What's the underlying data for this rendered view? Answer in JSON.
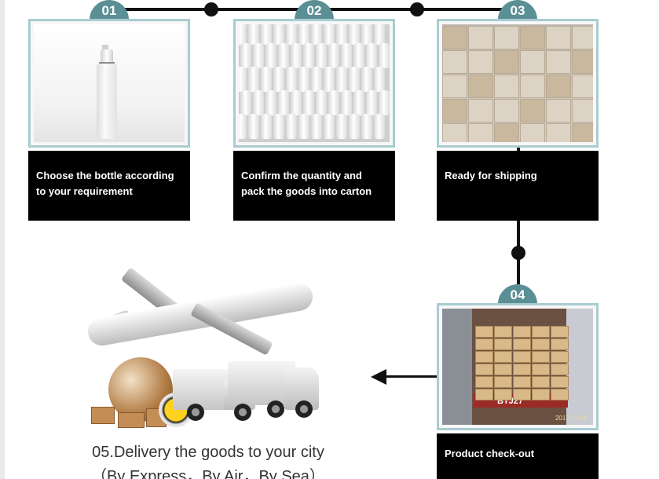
{
  "steps": [
    {
      "number": "01",
      "caption": "Choose the bottle according to your requirement"
    },
    {
      "number": "02",
      "caption": "Confirm the quantity and pack the goods into carton"
    },
    {
      "number": "03",
      "caption": "Ready for shipping"
    },
    {
      "number": "04",
      "caption": "Product check-out"
    }
  ],
  "delivery": {
    "title": "05.Delivery the goods to your city",
    "subtitle": "（By Express，By Air，By Sea）"
  },
  "photo_text": {
    "container_plate": "BTJ27",
    "container_date": "2017.01.05"
  },
  "colors": {
    "badge": "#5b8f96",
    "frame": "#a9ccd1",
    "caption_bg": "#000000",
    "connector": "#111111"
  }
}
